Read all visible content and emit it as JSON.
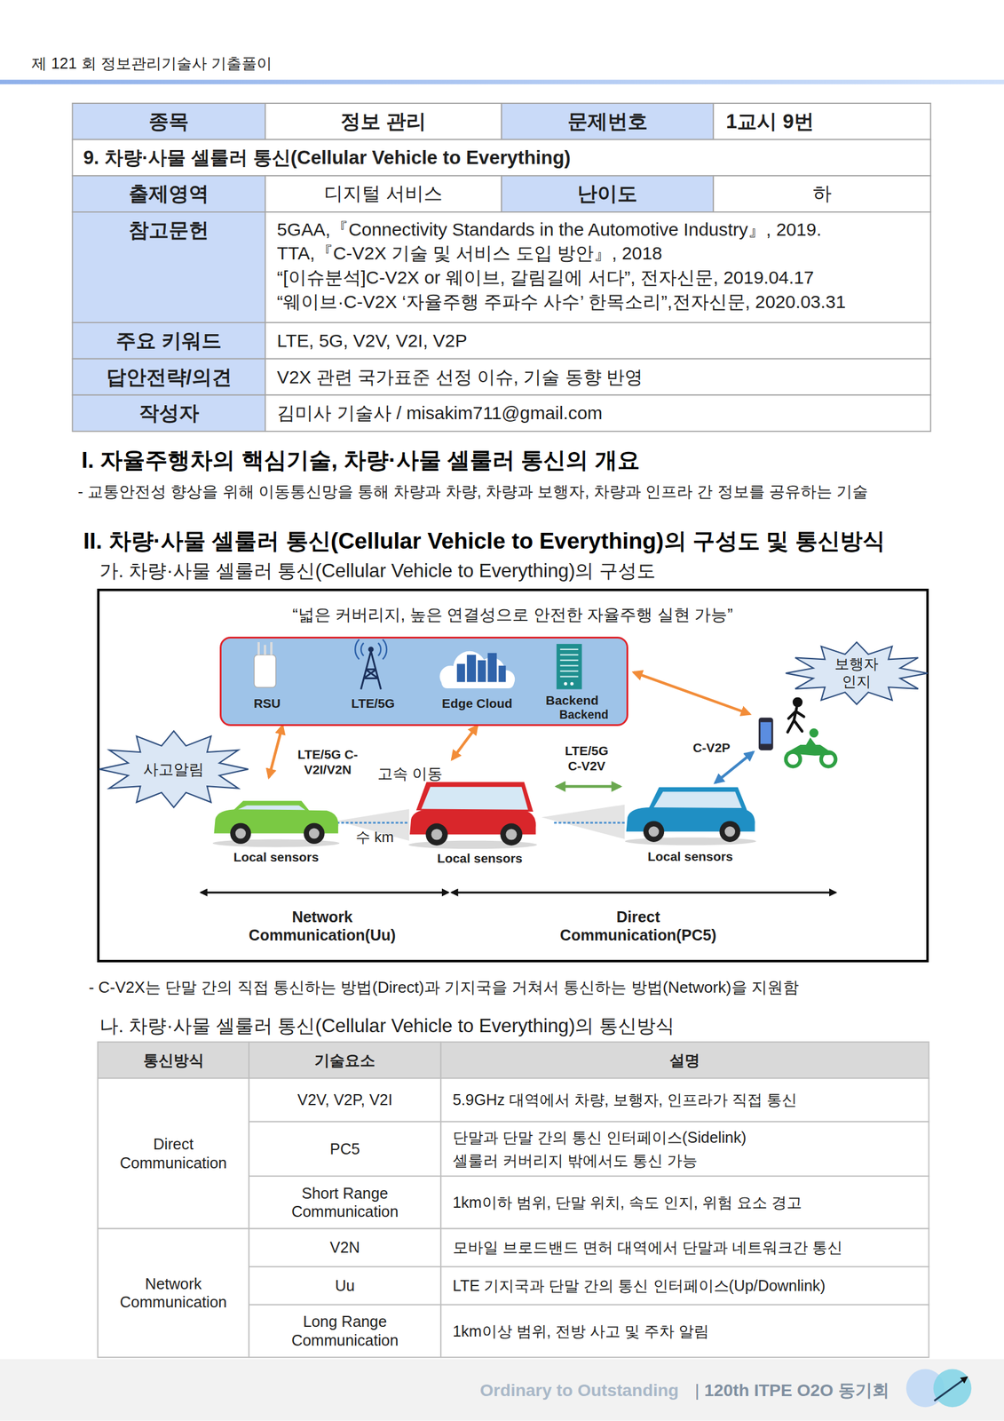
{
  "diagram": {
    "nodes": [
      {
        "text": [
          "“넓은 커버리지, 높은 연결성으로 안전한 자율주행 실현 가능”"
        ]
      },
      {
        "text": [
          "RSU",
          "LTE/5G",
          "Edge Cloud",
          "Backend",
          "Backend"
        ],
        "in": 0
      },
      {
        "text": [
          "사고알림"
        ],
        "in": 0
      },
      {
        "text": [
          "보행자 인지"
        ],
        "in": 0
      },
      {
        "text": [
          "Local sensors"
        ],
        "in": 0
      },
      {
        "text": [
          "Local sensors"
        ],
        "in": 0
      },
      {
        "text": [
          "Local sensors"
        ],
        "in": 0
      }
    ],
    "edges": [
      {
        "from": 4,
        "to": 1,
        "arrow": "both",
        "label": "LTE/5G C-V2I/V2N"
      },
      {
        "from": 5,
        "to": 1,
        "arrow": "both"
      },
      {
        "from": 5,
        "to": 6,
        "arrow": "both",
        "label": "LTE/5G C-V2V"
      }
    ],
    "labels": [
      "제 121 회 정보관리기술사 기출풀이",
      "종목",
      "정보 관리",
      "문제번호",
      "1교시 9번",
      "9. 차량·사물 셀룰러 통신(Cellular Vehicle to Everything)",
      "출제영역",
      "디지털 서비스",
      "난이도",
      "하",
      "참고문헌",
      "5GAA,『Connectivity Standards in the Automotive Industry』, 2019.",
      "TTA,『C-V2X 기술 및 서비스 도입 방안』, 2018",
      "“[이슈분석]C-V2X or 웨이브, 갈림길에 서다”, 전자신문, 2019.04.17",
      "“웨이브·C-V2X ‘자율주행 주파수 사수’ 한목소리”,전자신문, 2020.03.31",
      "주요 키워드",
      "LTE, 5G, V2V, V2I, V2P",
      "답안전략/의견",
      "V2X 관련 국가표준 선정 이슈, 기술 동향 반영",
      "작성자",
      "김미사 기술사 / misakim711@gmail.com",
      "I. 자율주행차의 핵심기술, 차량·사물 셀룰러 통신의 개요",
      "- 교통안전성 향상을 위해 이동통신망을 통해 차량과 차량, 차량과 보행자, 차량과 인프라 간 정보를 공유하는 기술",
      "II. 차량·사물 셀룰러 통신(Cellular Vehicle to Everything)의 구성도 및 통신방식",
      "가. 차량·사물 셀룰러 통신(Cellular Vehicle to Everything)의 구성도",
      "고속 이동",
      "수 km",
      "C-V2P",
      "Network Communication(Uu)",
      "Direct Communication(PC5)",
      "- C-V2X는 단말 간의 직접 통신하는 방법(Direct)과 기지국을 거쳐서 통신하는 방법(Network)을 지원함",
      "나. 차량·사물 셀룰러 통신(Cellular Vehicle to Everything)의 통신방식",
      "통신방식",
      "기술요소",
      "설명",
      "Direct Communication",
      "V2V, V2P, V2I",
      "5.9GHz 대역에서 차량, 보행자, 인프라가 직접 통신",
      "PC5",
      "단말과 단말 간의 통신 인터페이스(Sidelink)",
      "셀룰러 커버리지 밖에서도 통신 가능",
      "Short Range Communication",
      "1km이하 범위, 단말 위치, 속도 인지, 위험 요소 경고",
      "Network Communication",
      "V2N",
      "모바일 브로드밴드 면허 대역에서 단말과 네트워크간 통신",
      "Uu",
      "LTE 기지국과 단말 간의 통신 인터페이스(Up/Downlink)",
      "Long Range Communication",
      "1km이상 범위, 전방 사고 및 주차 알림",
      "Ordinary to Outstanding",
      "|",
      "120th ITPE O2O 동기회"
    ]
  }
}
